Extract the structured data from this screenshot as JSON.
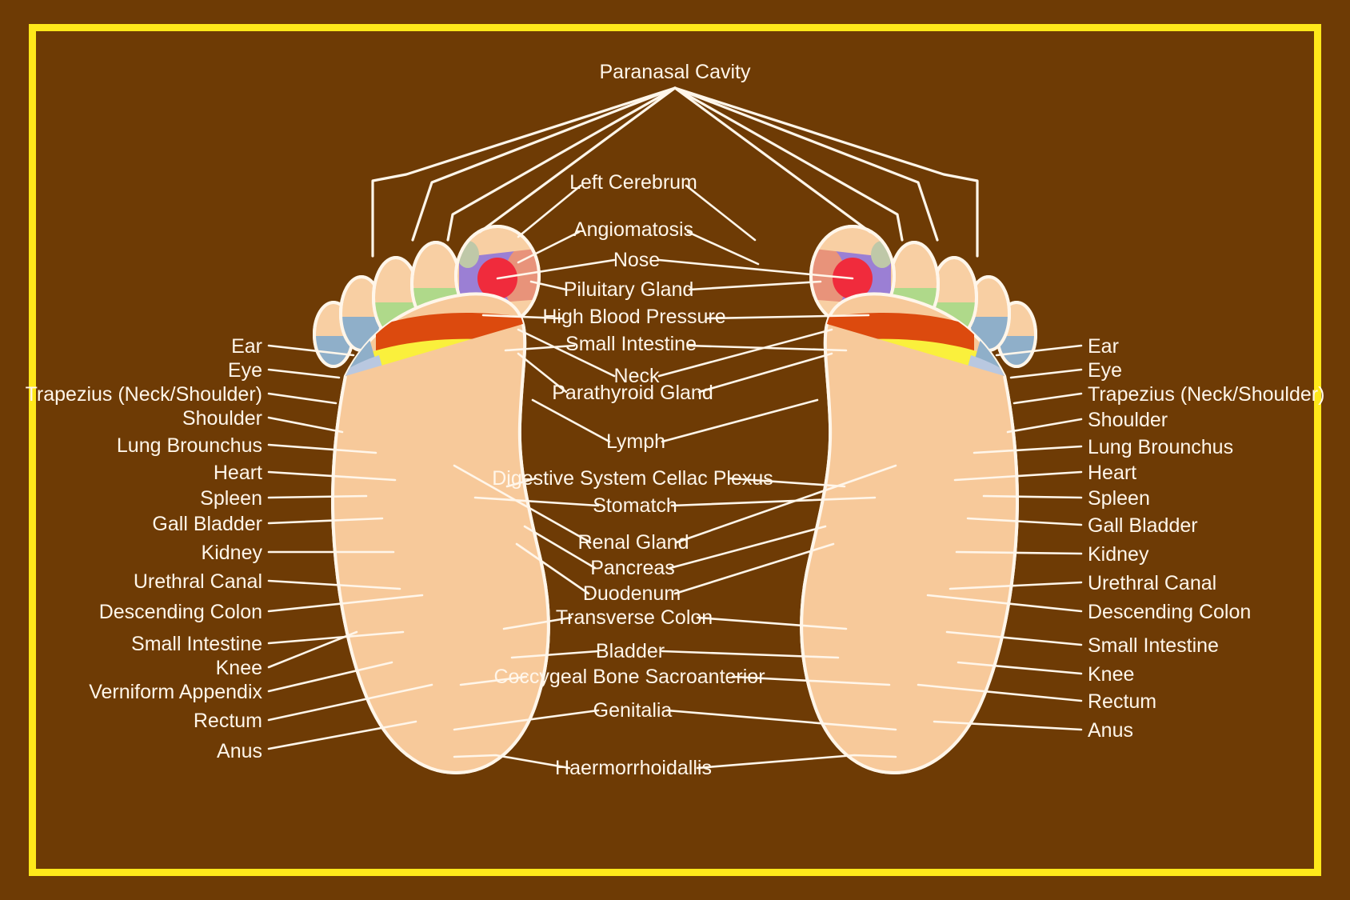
{
  "chart": {
    "title_implicit": "Foot Reflexology Chart",
    "background_color": "#6E3B05",
    "border_color": "#FFE81A",
    "label_color": "#FFF6EA",
    "skin_color": "#F7C99A"
  },
  "top_label": {
    "text": "Paranasal Cavity"
  },
  "center_labels": [
    {
      "id": "left-cerebrum",
      "text": "Left Cerebrum"
    },
    {
      "id": "angiomatosis",
      "text": "Angiomatosis"
    },
    {
      "id": "nose",
      "text": "Nose"
    },
    {
      "id": "piluitary-gland",
      "text": "Piluitary Gland"
    },
    {
      "id": "high-blood-pressure",
      "text": "High Blood Pressure"
    },
    {
      "id": "small-intestine",
      "text": "Small Intestine"
    },
    {
      "id": "neck",
      "text": "Neck"
    },
    {
      "id": "parathyroid-gland",
      "text": "Parathyroid Gland"
    },
    {
      "id": "lymph",
      "text": "Lymph"
    },
    {
      "id": "digestive-system",
      "text": "Digestive System Cellac Plexus"
    },
    {
      "id": "stomatch",
      "text": "Stomatch"
    },
    {
      "id": "renal-gland",
      "text": "Renal Gland"
    },
    {
      "id": "pancreas",
      "text": "Pancreas"
    },
    {
      "id": "duodenum",
      "text": "Duodenum"
    },
    {
      "id": "transverse-colon",
      "text": "Transverse Colon"
    },
    {
      "id": "bladder",
      "text": "Bladder"
    },
    {
      "id": "coccygeal-bone",
      "text": "Coccygeal Bone Sacroanterior"
    },
    {
      "id": "genitalia",
      "text": "Genitalia"
    },
    {
      "id": "haermorrhoidallis",
      "text": "Haermorrhoidallis"
    }
  ],
  "left_labels": [
    {
      "id": "ear",
      "text": "Ear"
    },
    {
      "id": "eye",
      "text": "Eye"
    },
    {
      "id": "trapezius",
      "text": "Trapezius (Neck/Shoulder)"
    },
    {
      "id": "shoulder",
      "text": "Shoulder"
    },
    {
      "id": "lung-brounchus",
      "text": "Lung Brounchus"
    },
    {
      "id": "heart",
      "text": "Heart"
    },
    {
      "id": "spleen",
      "text": "Spleen"
    },
    {
      "id": "gall-bladder",
      "text": "Gall Bladder"
    },
    {
      "id": "kidney",
      "text": "Kidney"
    },
    {
      "id": "urethral-canal",
      "text": "Urethral Canal"
    },
    {
      "id": "descending-colon",
      "text": "Descending Colon"
    },
    {
      "id": "small-intestine",
      "text": "Small Intestine"
    },
    {
      "id": "knee",
      "text": "Knee"
    },
    {
      "id": "verniform-appendix",
      "text": "Verniform Appendix"
    },
    {
      "id": "rectum",
      "text": "Rectum"
    },
    {
      "id": "anus",
      "text": "Anus"
    }
  ],
  "right_labels": [
    {
      "id": "ear",
      "text": "Ear"
    },
    {
      "id": "eye",
      "text": "Eye"
    },
    {
      "id": "trapezius",
      "text": "Trapezius (Neck/Shoulder)"
    },
    {
      "id": "shoulder",
      "text": "Shoulder"
    },
    {
      "id": "lung-brounchus",
      "text": "Lung Brounchus"
    },
    {
      "id": "heart",
      "text": "Heart"
    },
    {
      "id": "spleen",
      "text": "Spleen"
    },
    {
      "id": "gall-bladder",
      "text": "Gall Bladder"
    },
    {
      "id": "kidney",
      "text": "Kidney"
    },
    {
      "id": "urethral-canal",
      "text": "Urethral Canal"
    },
    {
      "id": "descending-colon",
      "text": "Descending Colon"
    },
    {
      "id": "small-intestine",
      "text": "Small Intestine"
    },
    {
      "id": "knee",
      "text": "Knee"
    },
    {
      "id": "rectum",
      "text": "Rectum"
    },
    {
      "id": "anus",
      "text": "Anus"
    }
  ],
  "zone_colors": {
    "skin": "#F7C99A",
    "toe_skin": "#F8CFA3",
    "purple_band": "#9B7FD4",
    "red_dot": "#F02B3C",
    "salmon_oval": "#E8937A",
    "green_toe": "#AFD98A",
    "orange_band": "#DC4A0E",
    "yellow_band": "#FAF03C",
    "cyan_dot": "#5BD8E8",
    "green_blob": "#1E9B28",
    "pink_band": "#F94A9E",
    "blue_band": "#6E7FD8",
    "lightblue_band": "#B9C8E0",
    "steelblue": "#8FAFC9",
    "yellow_oval": "#FAF03C",
    "gold_oval": "#F5C431",
    "green_circle": "#5DB84A",
    "red_circle": "#DD1111",
    "white_circle": "#E8E4EE",
    "orange_blob": "#F08A1E",
    "teal_band": "#7FCBDE",
    "olive_block": "#C3E05A",
    "pink_tube": "#F94A9E",
    "cream_circle": "#F5F2C8",
    "red_block": "#E01B0C",
    "blue_circle": "#1569C7",
    "green_oval": "#17A82C",
    "purple_arc": "#9B58C0",
    "white_arc": "#FFFFFF",
    "salmon_heel": "#EE9B82",
    "orange_small": "#F07C12",
    "sage": "#BFC8A8",
    "tan_dot": "#F0B070"
  }
}
